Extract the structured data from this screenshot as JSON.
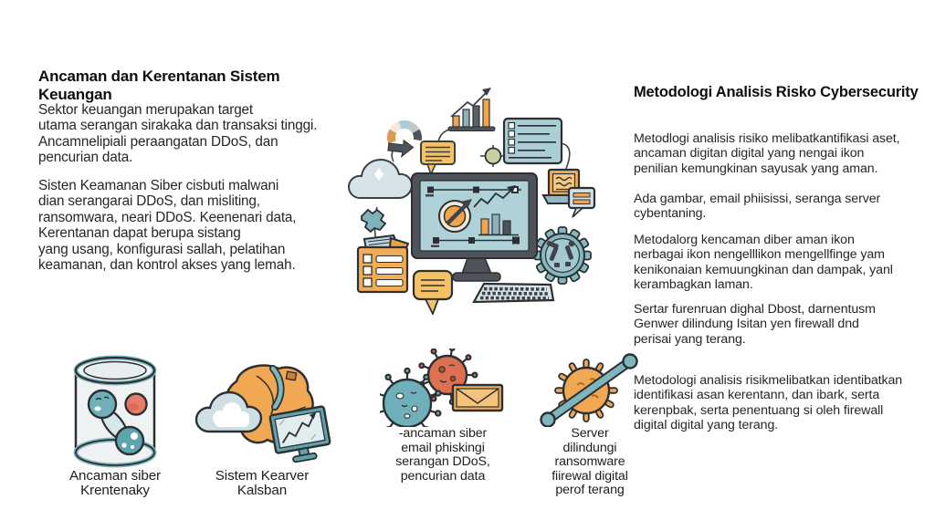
{
  "left": {
    "heading": "Ancaman dan Kerentanan Sistem Keuangan",
    "para1": "Sektor keuangan merupakan target\nutama serangan sirakaka dan transaksi tinggi.\nAncamnelipiali peraangatan DDoS, dan\npencurian data.",
    "para2": "Sisten Keamanan Siber cisbuti malwani\ndian serangarai DDoS, dan misliting,\nransomwara, neari DDoS. Keenenari data,\nKerentanan dapat berupa sistang\nyang usang, konfigurasi sallah, pelatihan\nkeamanan, dan kontrol akses yang lemah."
  },
  "right": {
    "heading": "Metodologi Analisis Risko Cybersecurity",
    "para1": "Metodlogi analisis risiko melibatkantifikasi aset,\nancaman digitan digital yang nengai ikon\npenilian kemungkinan sayusak yang aman.",
    "para2": "Ada gambar, email phiisissi, seranga server\ncybentaning.",
    "para3": "Metodalorg kencaman diber aman ikon\nnerbagai ikon nengelllikon mengellfinge yam\nkenikonaian kemuungkinan dan dampak, yanl\nkerambagkan laman.",
    "para4": "Sertar furenruan dighal Dbost, darnentusm\nGenwer dilindung Isitan yen firewall dnd\nperisai yang terang.",
    "para5": "Metodologi analisis risikmelibatkan identibatkan\nidentifikasi asan kerentann, dan ibark, serta\nkerenpbak, serta penentuang si oleh firewall\ndigital digital yang terang."
  },
  "illustration": {
    "alt": "Cybersecurity monitoring dashboard illustration",
    "elements": [
      "cloud-icon",
      "donut-gauge-icon",
      "growth-chart-icon",
      "speech-bubble-icon",
      "checklist-icon",
      "node-icon",
      "laptop-icon",
      "chat-bubble-icon",
      "gear-icon",
      "document-icon",
      "speech-bubble-down-icon",
      "splat-icon",
      "monitor-dashboard-icon",
      "keyboard-icon"
    ]
  },
  "figures": [
    {
      "icon": "virus-in-jar-icon",
      "caption": "Ancaman siber\nKrentenaky"
    },
    {
      "icon": "cloud-data-screen-icon",
      "caption": "Sistem Kearver\nKalsban"
    },
    {
      "icon": "virus-email-phishing-icon",
      "caption": "-ancaman siber\nemail phiskingi\nserangan DDoS,\npencurian data"
    },
    {
      "icon": "virus-blocked-rod-icon",
      "caption": "Server\ndilindungi\nransomware\nfiirewal digital\nperof terang"
    }
  ],
  "colors": {
    "background": "#ffffff",
    "text": "#262626",
    "outline": "#2c3034",
    "orange": "#efa44e",
    "yellow": "#f2c168",
    "teal": "#6fb0ba",
    "light_teal": "#aed2d8",
    "dark_gray": "#4d5358",
    "salmon": "#e87b6b",
    "cloud_gray": "#d6e3e8"
  }
}
